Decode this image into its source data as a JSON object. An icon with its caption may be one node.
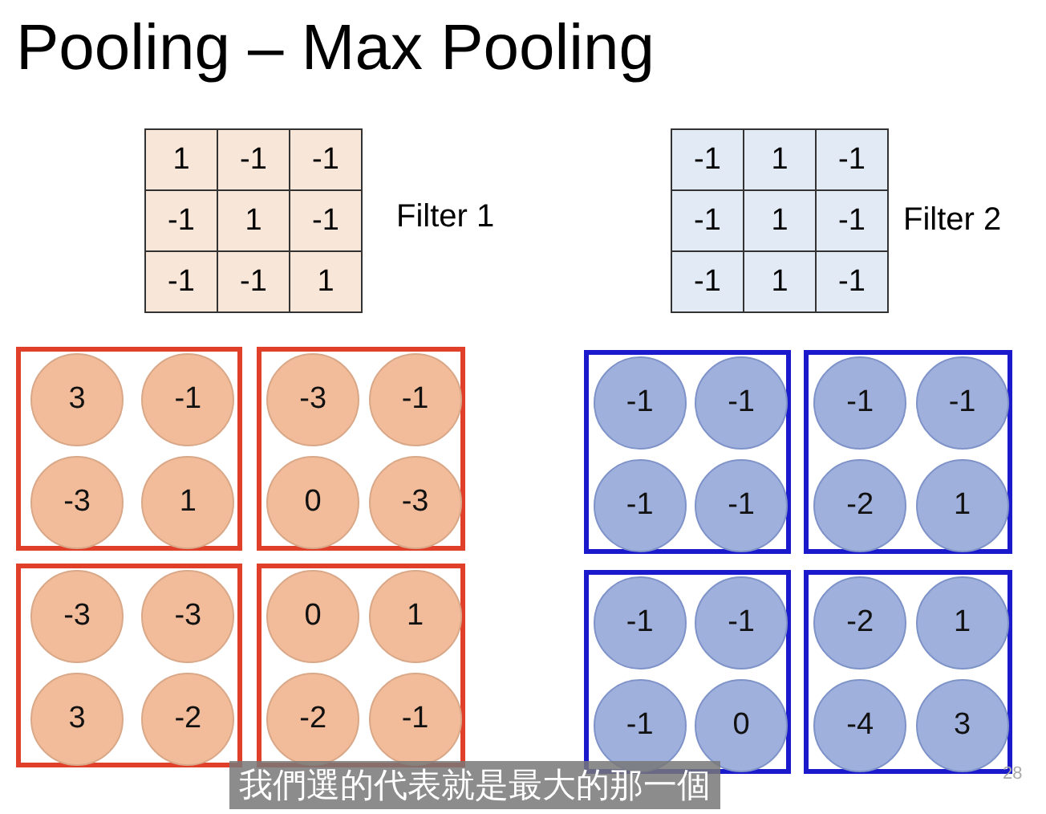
{
  "diagram": {
    "title": "Pooling – Max Pooling",
    "nodes": [
      {
        "text": [],
        "shape": "box"
      },
      {
        "text": [
          "3"
        ],
        "in": 0
      },
      {
        "text": [
          "-1"
        ],
        "in": 0
      },
      {
        "text": [
          "-3"
        ],
        "in": 0
      },
      {
        "text": [
          "1"
        ],
        "in": 0
      },
      {
        "text": [],
        "shape": "box"
      },
      {
        "text": [
          "-3"
        ],
        "in": 5
      },
      {
        "text": [
          "-1"
        ],
        "in": 5
      },
      {
        "text": [
          "0"
        ],
        "in": 5
      },
      {
        "text": [
          "-3"
        ],
        "in": 5
      },
      {
        "text": [],
        "shape": "box"
      },
      {
        "text": [
          "-1"
        ],
        "in": 10
      },
      {
        "text": [
          "-1"
        ],
        "in": 10
      },
      {
        "text": [
          "-1"
        ],
        "in": 10
      },
      {
        "text": [
          "-1"
        ],
        "in": 10
      },
      {
        "text": [],
        "shape": "box"
      },
      {
        "text": [
          "-1"
        ],
        "in": 15
      },
      {
        "text": [
          "-1"
        ],
        "in": 15
      },
      {
        "text": [
          "-2"
        ],
        "in": 15
      },
      {
        "text": [
          "1"
        ],
        "in": 15
      },
      {
        "text": [],
        "shape": "box"
      },
      {
        "text": [
          "-3"
        ],
        "in": 20
      },
      {
        "text": [
          "-3"
        ],
        "in": 20
      },
      {
        "text": [
          "3"
        ],
        "in": 20
      },
      {
        "text": [
          "-2"
        ],
        "in": 20
      },
      {
        "text": [],
        "shape": "box"
      },
      {
        "text": [
          "0"
        ],
        "in": 25
      },
      {
        "text": [
          "1"
        ],
        "in": 25
      },
      {
        "text": [
          "-2"
        ],
        "in": 25
      },
      {
        "text": [
          "-1"
        ],
        "in": 25
      },
      {
        "text": [],
        "shape": "box"
      },
      {
        "text": [
          "-1"
        ],
        "in": 30
      },
      {
        "text": [
          "-1"
        ],
        "in": 30
      },
      {
        "text": [
          "-1"
        ],
        "in": 30
      },
      {
        "text": [
          "0"
        ],
        "in": 30
      },
      {
        "text": [],
        "shape": "box"
      },
      {
        "text": [
          "-2"
        ],
        "in": 35
      },
      {
        "text": [
          "1"
        ],
        "in": 35
      },
      {
        "text": [
          "-4"
        ],
        "in": 35
      },
      {
        "text": [
          "3"
        ],
        "in": 35
      }
    ],
    "edges": [],
    "labels": [
      "1",
      "-1",
      "-1",
      "-1",
      "1",
      "-1",
      "-1",
      "-1",
      "1",
      "Filter 1",
      "-1",
      "1",
      "-1",
      "-1",
      "1",
      "-1",
      "-1",
      "1",
      "-1",
      "Filter 2",
      "我們選的代表就是最大的那一個",
      "28"
    ]
  }
}
